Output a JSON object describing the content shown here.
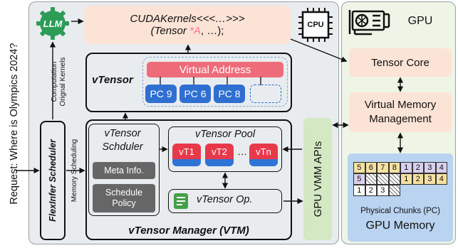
{
  "request": "Request: Where is Olympics 2024?",
  "llm": "LLM",
  "kernel_line1": "CUDAKernels<<<…>>>",
  "kernel_line2_pre": "(Tensor ",
  "kernel_line2_ptr": "*A",
  "kernel_line2_post": ", …);",
  "cpu": "CPU",
  "gpu": "GPU",
  "computation": "Computation",
  "original_kernels": "Orignal Kernels",
  "scheduler": "FlexInfer Scheduler",
  "memory_scheduling": "Memory Scheduling",
  "vtensor": "vTensor",
  "virtual_address": "Virtual Address",
  "pcs": [
    "PC 9",
    "PC 6",
    "PC 8"
  ],
  "vtm_scheduler_line1": "vTensor",
  "vtm_scheduler_line2": "Schduler",
  "meta_info": "Meta Info.",
  "schedule_policy_line1": "Schedule",
  "schedule_policy_line2": "Policy",
  "pool_title": "vTensor Pool",
  "pool_items": [
    "vT1",
    "vT2",
    "vTn"
  ],
  "pool_dots": "…",
  "vtensor_op": "vTensor Op.",
  "vtm_title": "vTensor Manager (VTM)",
  "gpu_vmm_apis": "GPU VMM APIs",
  "tensor_core": "Tensor Core",
  "vmm_line1": "Virtual Memory",
  "vmm_line2": "Management",
  "chunks_row1": [
    "5",
    "6",
    "7",
    "8",
    "1",
    "2",
    "3",
    "4"
  ],
  "chunks_row2_first": "5",
  "chunks_row2_rest": [
    "1",
    "2",
    "3",
    "4"
  ],
  "chunks_row3": [
    "1",
    "2",
    "3"
  ],
  "physical_chunks": "Physical Chunks (PC)",
  "gpu_memory": "GPU Memory",
  "colors": {
    "panel_bg": "#e9ecef",
    "gpu_bg": "#eef5e6",
    "peach": "#fbe3d6",
    "virtual_address": "#ee6c79",
    "pc_blue": "#2f6fd1",
    "vt_red": "#e8394b",
    "vt_blue": "#2f73d6",
    "dark_gray": "#666666",
    "green": "#d3e8c3",
    "light_blue": "#b9d3f0",
    "chunk_yellow": "#f6e1a2",
    "chunk_purple": "#d9d0ee",
    "pointer_red": "#ff7a88"
  }
}
